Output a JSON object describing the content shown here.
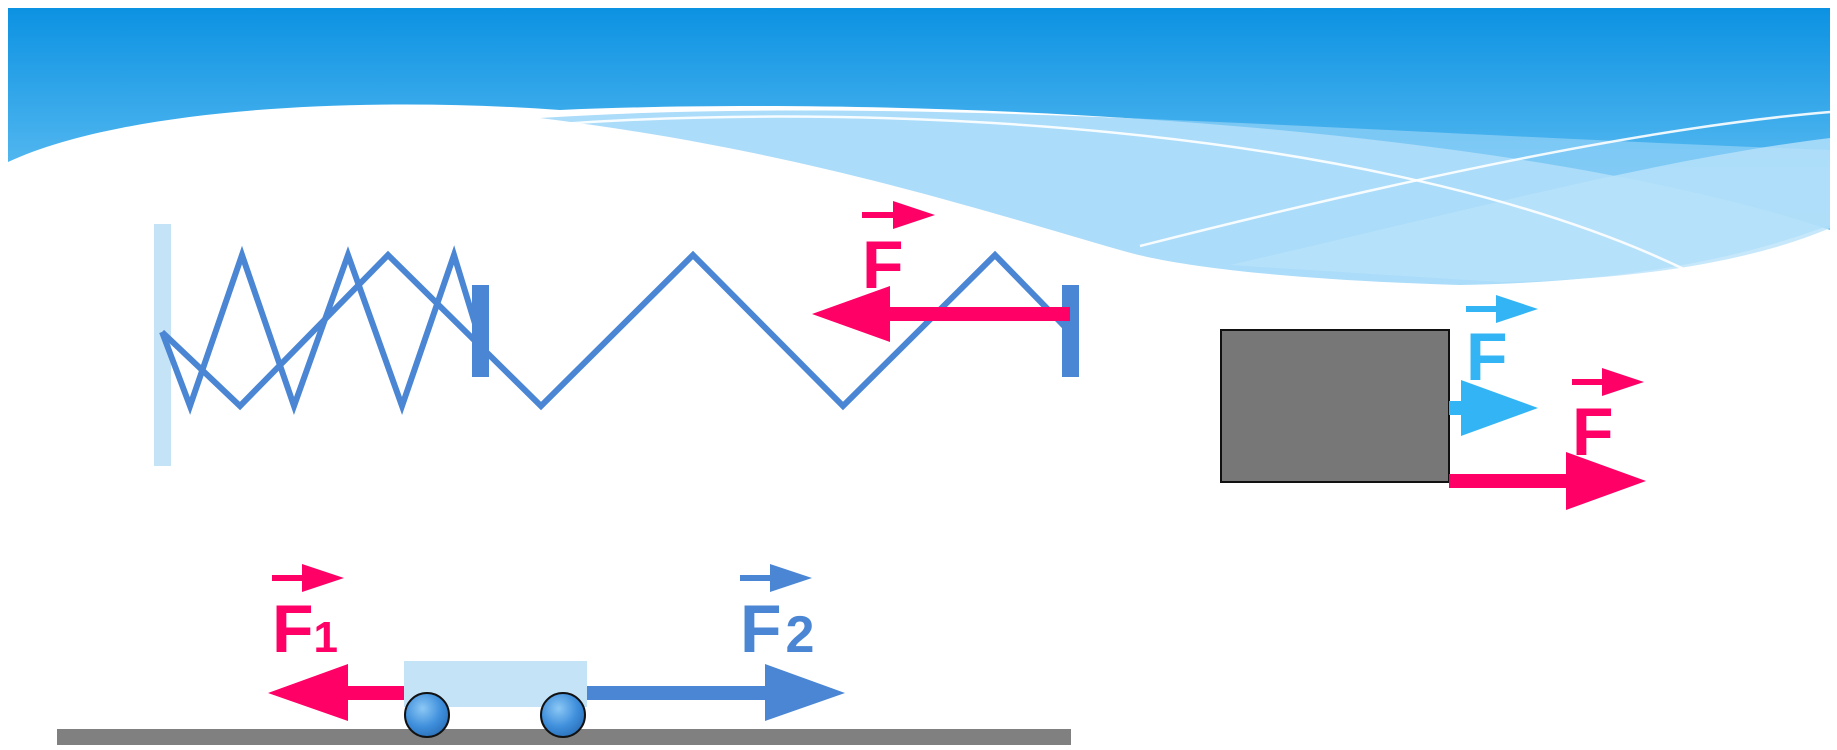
{
  "colors": {
    "spring": "#4a86d4",
    "wall_light": "#c5e3f7",
    "force_pink": "#ff0066",
    "force_blue": "#4a86d4",
    "force_sky": "#33b5f5",
    "block_fill": "#777777",
    "cart_body": "#c5e3f7",
    "ground": "#808080",
    "banner_top": "#0e95e3",
    "banner_mid": "#55b8ef",
    "banner_light": "#8fd0f7"
  },
  "spring_scene": {
    "force_label": {
      "letter": "F"
    }
  },
  "block_scene": {
    "small_force_label": {
      "letter": "F"
    },
    "large_force_label": {
      "letter": "F"
    }
  },
  "cart_scene": {
    "force1_label": {
      "letter": "F",
      "subscript": "1"
    },
    "force2_label": {
      "letter": "F",
      "subscript": "2"
    }
  }
}
